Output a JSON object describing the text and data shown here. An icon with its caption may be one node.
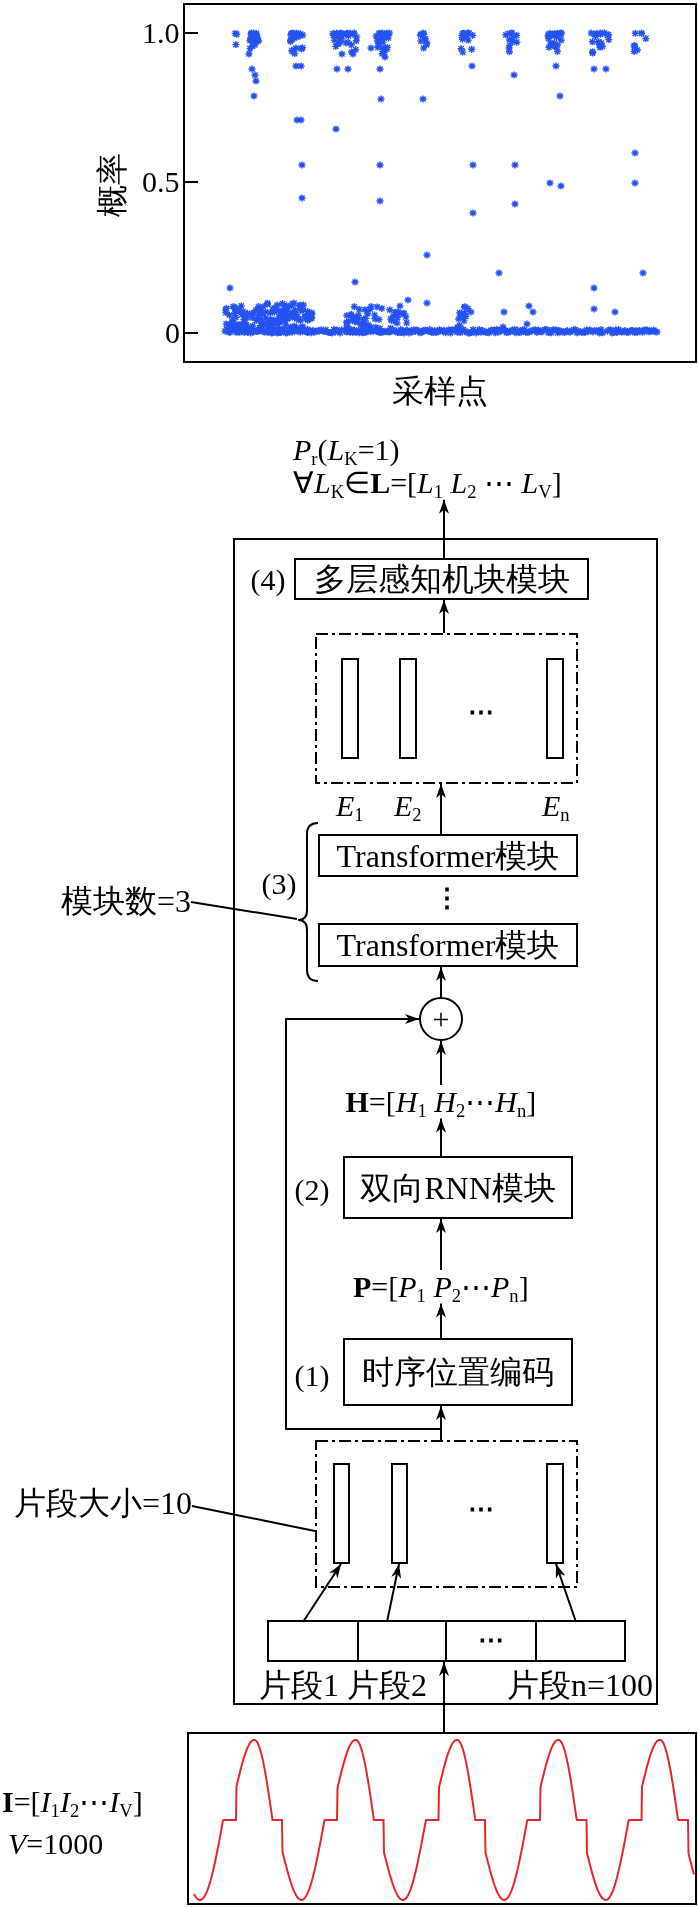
{
  "diagram": {
    "nodes": [
      {
        "text": [
          "*P*$_{r}$(*L*$_{K}$=1)",
          "∀*L*$_{K}$∈**L**=[*L*$_{1}$ *L*$_{2}$ ⋯ *L*$_{V}$]"
        ]
      },
      {
        "text": [],
        "shape": "box"
      },
      {
        "text": [
          "多层感知机块模块"
        ],
        "in": 1,
        "beside": [
          "(4)"
        ]
      },
      {
        "text": [],
        "shape": "box",
        "in": 1
      },
      {
        "text": [],
        "shape": "bar",
        "in": 3
      },
      {
        "text": [],
        "shape": "bar",
        "in": 3
      },
      {
        "text": [],
        "shape": "bar",
        "in": 3
      },
      {
        "text": [
          "模块数=3"
        ]
      },
      {
        "text": [],
        "shape": "brace",
        "in": 1,
        "beside": [
          "(3)"
        ]
      },
      {
        "text": [
          "Transformer模块"
        ],
        "in": 1
      },
      {
        "text": [
          "Transformer模块"
        ],
        "in": 1
      },
      {
        "text": [
          "+"
        ],
        "in": 1
      },
      {
        "text": [
          "**H**=[*H*$_{1}$ *H*$_{2}$⋯*H*$_{n}$]"
        ],
        "in": 1
      },
      {
        "text": [
          "双向RNN模块"
        ],
        "in": 1,
        "beside": [
          "(2)"
        ]
      },
      {
        "text": [
          "**P**=[*P*$_{1}$ *P*$_{2}$⋯*P*$_{n}$]"
        ],
        "in": 1
      },
      {
        "text": [
          "时序位置编码"
        ],
        "in": 1,
        "beside": [
          "(1)"
        ]
      },
      {
        "text": [
          "片段大小=10"
        ]
      },
      {
        "text": [],
        "shape": "box",
        "in": 1
      },
      {
        "text": [],
        "shape": "bar",
        "in": 17
      },
      {
        "text": [],
        "shape": "bar",
        "in": 17
      },
      {
        "text": [],
        "shape": "bar",
        "in": 17
      },
      {
        "text": [],
        "shape": "box",
        "in": 1
      },
      {
        "text": [],
        "shape": "box",
        "in": 21,
        "beside": [
          "片段1"
        ]
      },
      {
        "text": [],
        "shape": "box",
        "in": 21,
        "beside": [
          "片段2"
        ]
      },
      {
        "text": [
          "⋯"
        ],
        "in": 21
      },
      {
        "text": [],
        "shape": "box",
        "in": 21,
        "beside": [
          "片段n=100"
        ]
      },
      {
        "text": [],
        "shape": "box",
        "beside": [
          "**I**=[*I*$_{1}$*I*$_{2}$⋯*I*$_{V}$]",
          "*V*=1000"
        ]
      }
    ],
    "edges": [
      {
        "from": 2,
        "to": 0,
        "arrow": "to"
      },
      {
        "from": 3,
        "to": 2,
        "arrow": "to"
      },
      {
        "from": 9,
        "to": 3,
        "arrow": "to"
      },
      {
        "from": 7,
        "to": 8,
        "arrow": "none"
      },
      {
        "from": 11,
        "to": 10,
        "arrow": "to"
      },
      {
        "from": 12,
        "to": 11,
        "arrow": "to"
      },
      {
        "from": 13,
        "to": 12,
        "arrow": "to"
      },
      {
        "from": 14,
        "to": 13,
        "arrow": "to"
      },
      {
        "from": 15,
        "to": 14,
        "arrow": "to"
      },
      {
        "from": 17,
        "to": 15,
        "arrow": "to"
      },
      {
        "from": 17,
        "to": 11,
        "arrow": "to"
      },
      {
        "from": 16,
        "to": 17,
        "arrow": "none"
      },
      {
        "from": 22,
        "to": 18,
        "arrow": "to"
      },
      {
        "from": 23,
        "to": 19,
        "arrow": "to"
      },
      {
        "from": 25,
        "to": 20,
        "arrow": "to"
      },
      {
        "from": 26,
        "to": 21,
        "arrow": "to"
      }
    ],
    "labels": [
      "1.0",
      "概率",
      "0.5",
      "0",
      "采样点",
      "⋯",
      "*E*$_{1}$",
      "*E*$_{2}$",
      "*E*$_{n}$",
      "⋮",
      "⋯"
    ]
  }
}
